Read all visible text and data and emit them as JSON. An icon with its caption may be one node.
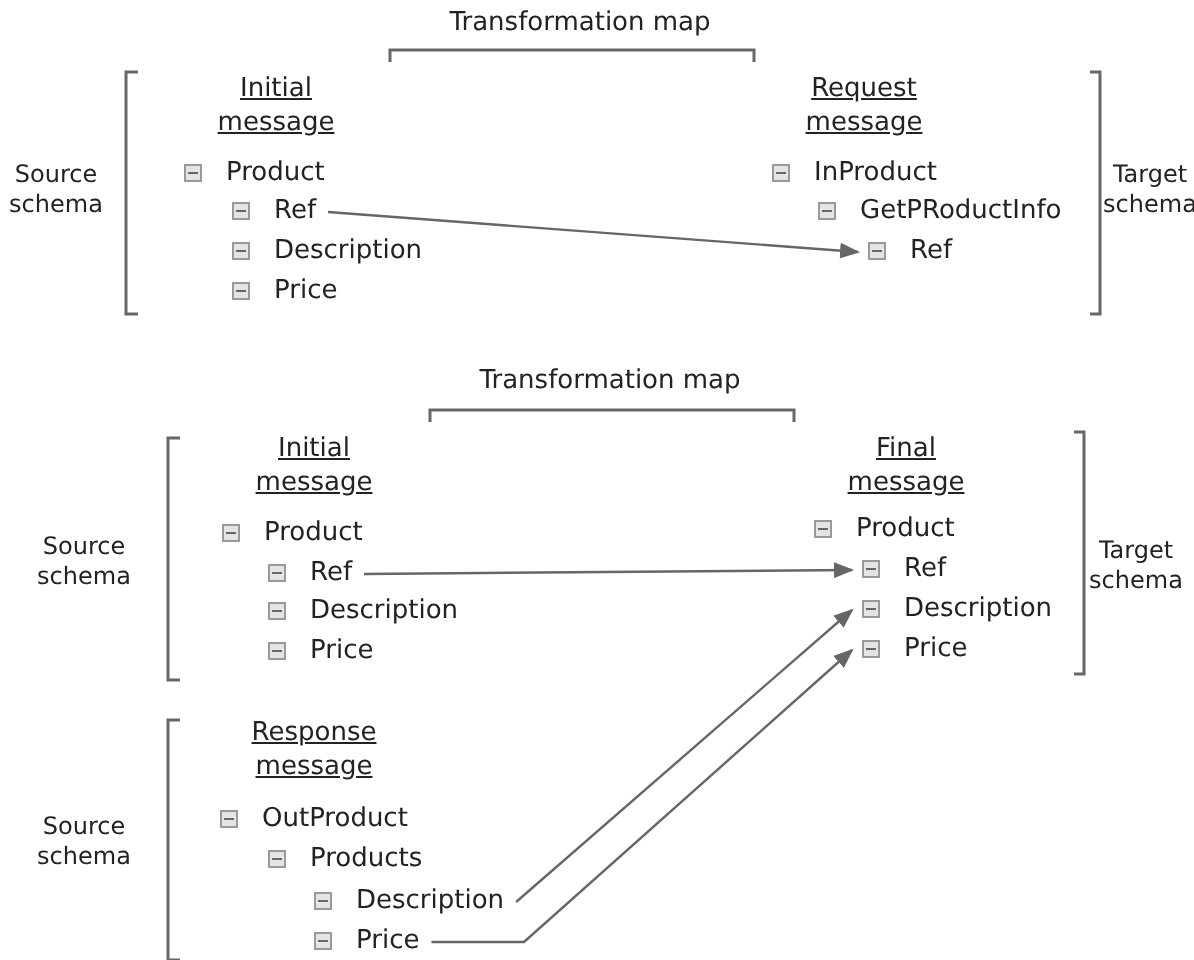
{
  "diagram": {
    "nodes": [
      {
        "text": [
          "Product"
        ]
      },
      {
        "text": [
          "Ref"
        ]
      },
      {
        "text": [
          "Description"
        ]
      },
      {
        "text": [
          "Price"
        ]
      },
      {
        "text": [
          "InProduct"
        ]
      },
      {
        "text": [
          "GetPRoductInfo"
        ]
      },
      {
        "text": [
          "Ref"
        ]
      },
      {
        "text": [
          "Product"
        ]
      },
      {
        "text": [
          "Ref"
        ]
      },
      {
        "text": [
          "Description"
        ]
      },
      {
        "text": [
          "Price"
        ]
      },
      {
        "text": [
          "Product"
        ]
      },
      {
        "text": [
          "Ref"
        ]
      },
      {
        "text": [
          "Description"
        ]
      },
      {
        "text": [
          "Price"
        ]
      },
      {
        "text": [
          "OutProduct"
        ]
      },
      {
        "text": [
          "Products"
        ]
      },
      {
        "text": [
          "Description"
        ]
      },
      {
        "text": [
          "Price"
        ]
      }
    ],
    "edges": [
      {
        "from": 1,
        "to": 6,
        "arrow": "to"
      },
      {
        "from": 8,
        "to": 12,
        "arrow": "to"
      },
      {
        "from": 17,
        "to": 13,
        "arrow": "to"
      },
      {
        "from": 18,
        "to": 14,
        "arrow": "to"
      }
    ],
    "labels": [
      "Transformation map",
      "Initial message",
      "Request message",
      "Source schema",
      "Target schema",
      "Transformation map",
      "Initial message",
      "Final message",
      "Source schema",
      "Target schema",
      "Response message",
      "Source schema"
    ]
  }
}
